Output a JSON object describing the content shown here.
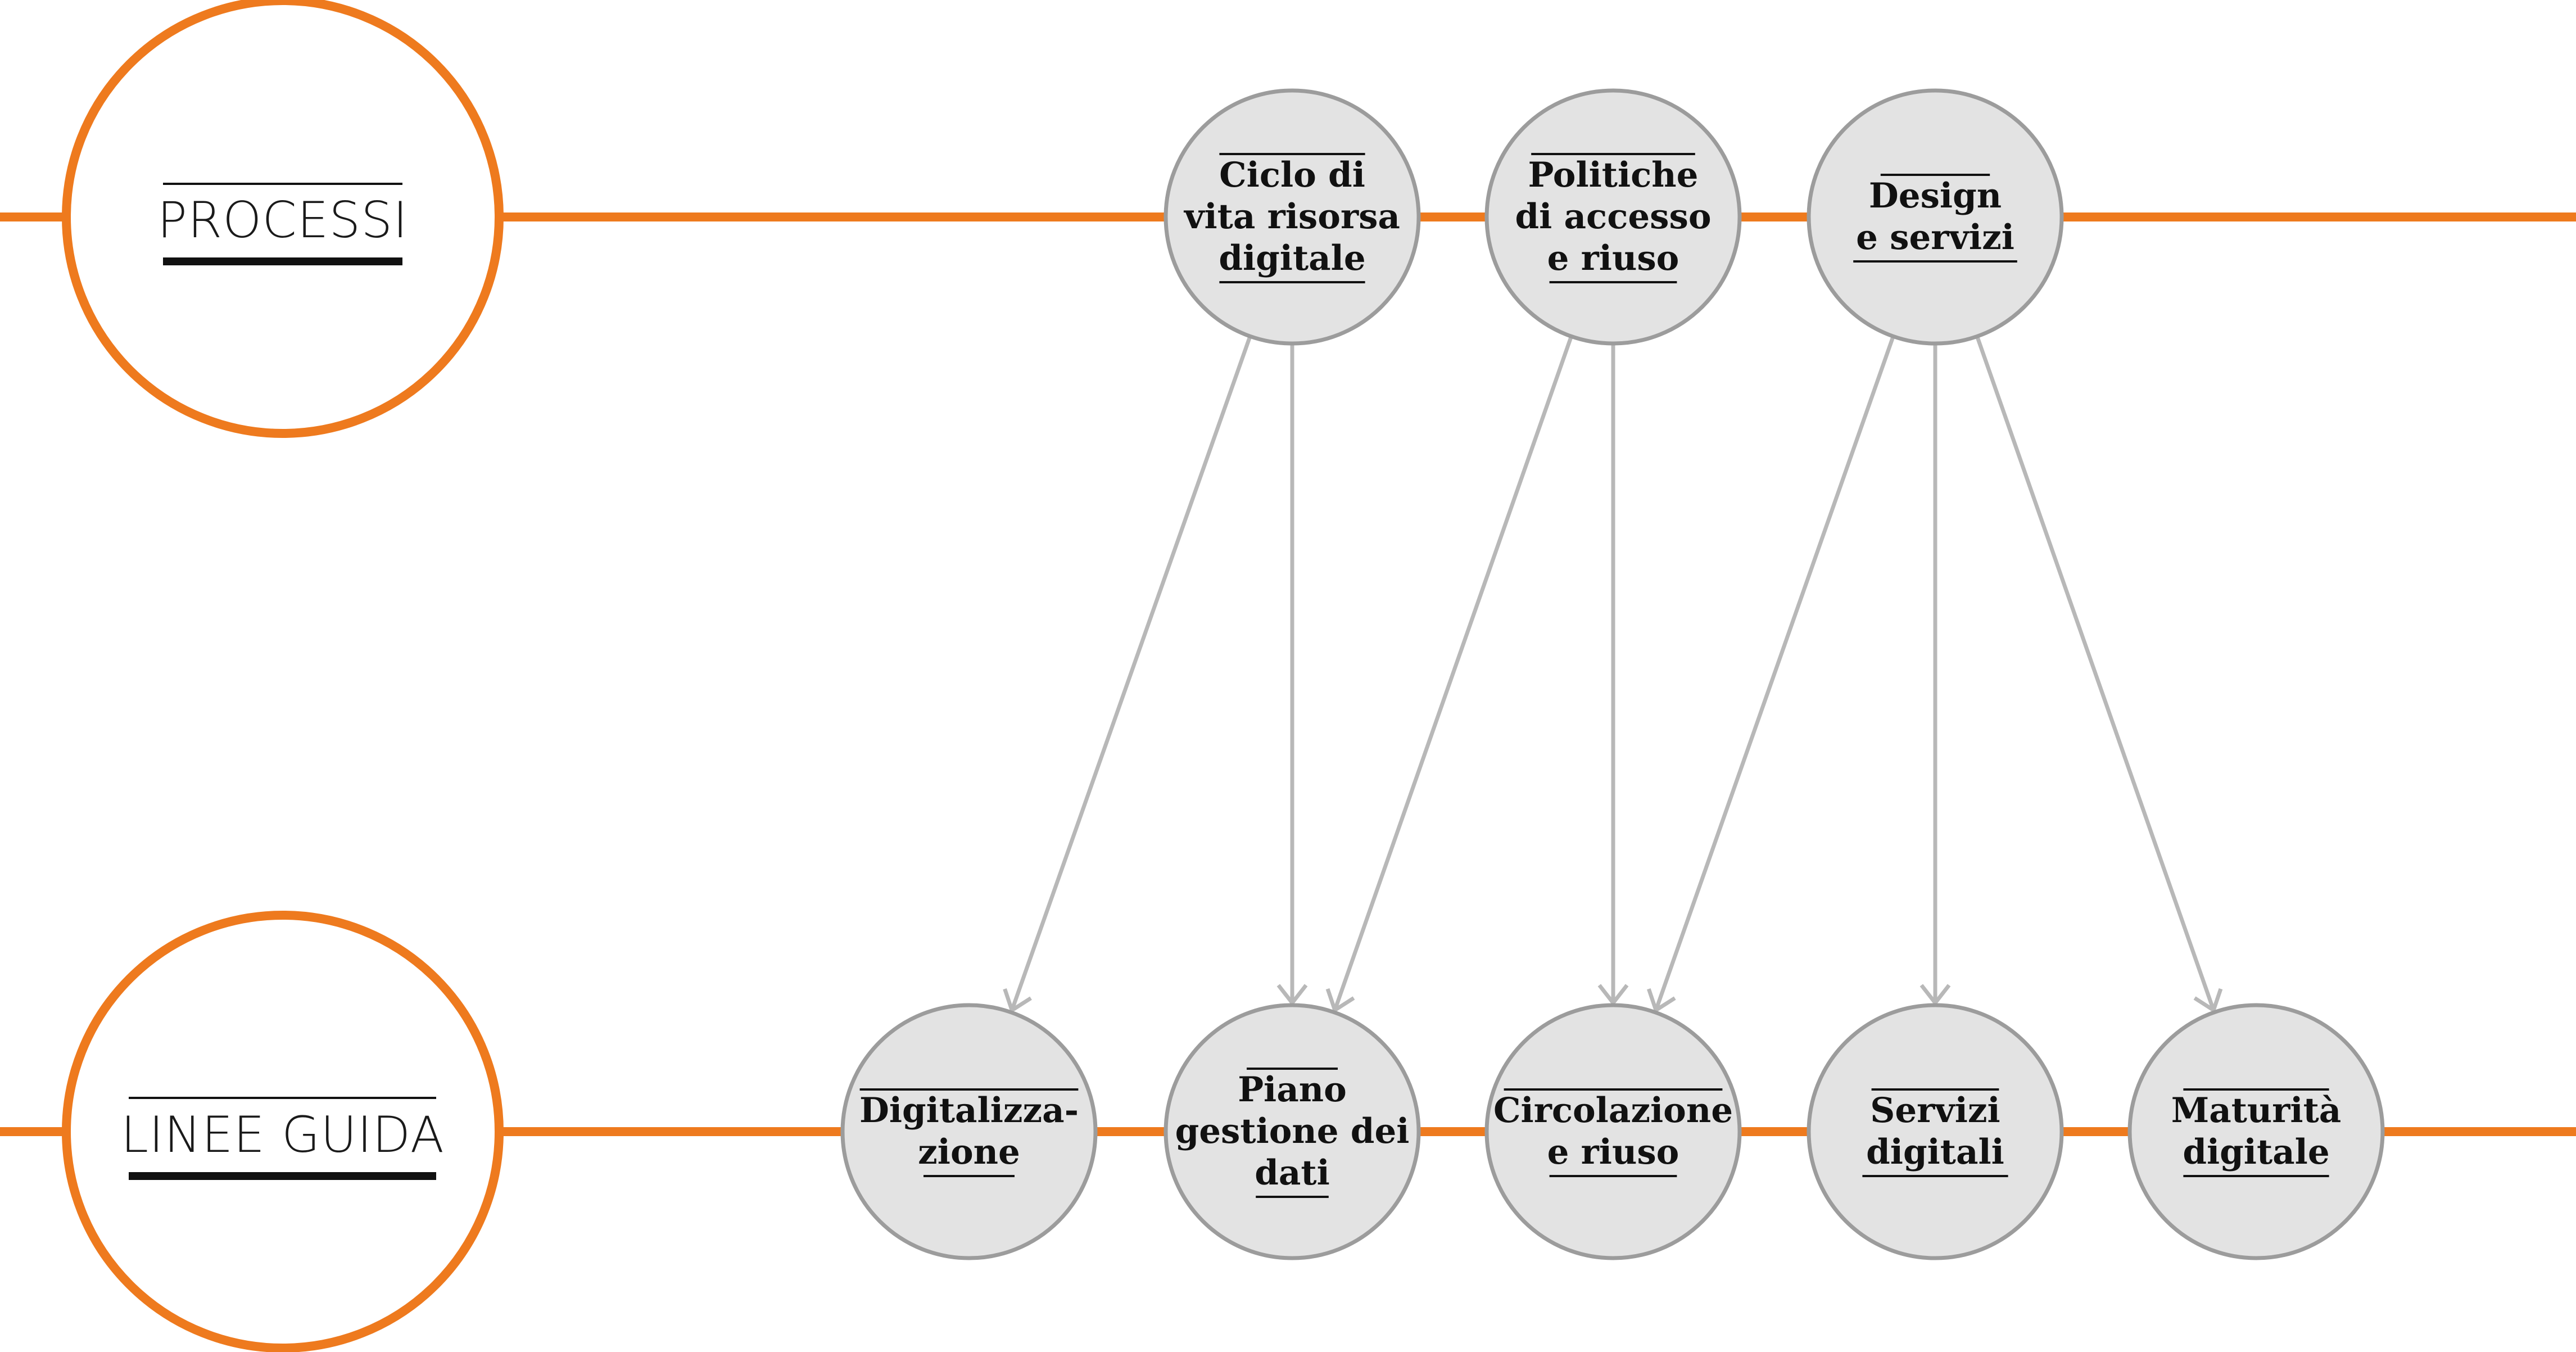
{
  "colors": {
    "line": "#EE7A1E",
    "node_fill": "#E3E3E3",
    "node_stroke": "#9C9C9C",
    "arrow": "#B8B8B8",
    "text": "#111111"
  },
  "rows": [
    {
      "id": "processi",
      "label": "PROCESSI"
    },
    {
      "id": "linee",
      "label": "LINEE GUIDA"
    }
  ],
  "nodes": {
    "processi": [
      {
        "id": "ciclo",
        "lines": [
          "Ciclo di",
          "vita risorsa",
          "digitale"
        ]
      },
      {
        "id": "politiche",
        "lines": [
          "Politiche",
          "di accesso",
          "e riuso"
        ]
      },
      {
        "id": "design",
        "lines": [
          "Design",
          "e servizi"
        ]
      }
    ],
    "linee": [
      {
        "id": "digitalizzazione",
        "lines": [
          "Digitalizza-",
          "zione"
        ]
      },
      {
        "id": "piano",
        "lines": [
          "Piano",
          "gestione dei",
          "dati"
        ]
      },
      {
        "id": "circolazione",
        "lines": [
          "Circolazione",
          "e riuso"
        ]
      },
      {
        "id": "servizi",
        "lines": [
          "Servizi",
          "digitali"
        ]
      },
      {
        "id": "maturita",
        "lines": [
          "Maturità",
          "digitale"
        ]
      }
    ]
  },
  "edges": [
    {
      "from": "ciclo",
      "to": "digitalizzazione"
    },
    {
      "from": "ciclo",
      "to": "piano"
    },
    {
      "from": "politiche",
      "to": "piano"
    },
    {
      "from": "politiche",
      "to": "circolazione"
    },
    {
      "from": "design",
      "to": "circolazione"
    },
    {
      "from": "design",
      "to": "servizi"
    },
    {
      "from": "design",
      "to": "maturita"
    }
  ]
}
